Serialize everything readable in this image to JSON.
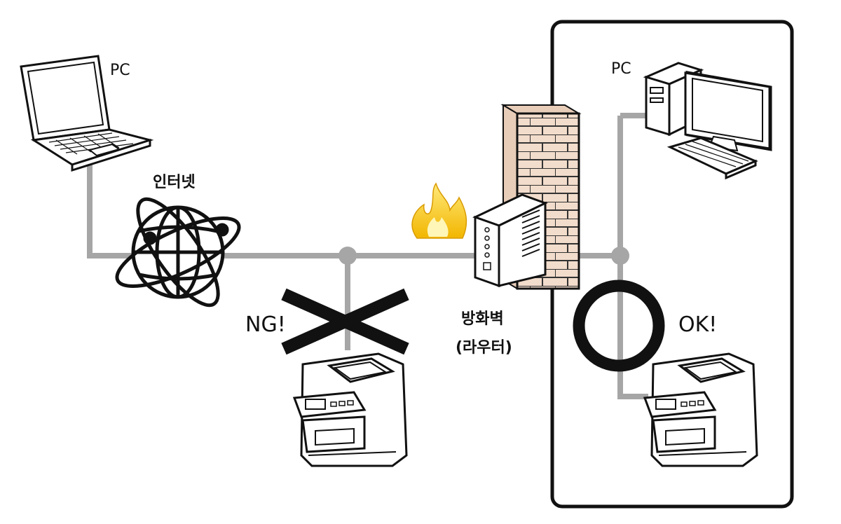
{
  "labels": {
    "pc_laptop": "PC",
    "internet": "인터넷",
    "ng": "NG!",
    "firewall_line1": "방화벽",
    "firewall_line2": "(라우터)",
    "pc_desktop": "PC",
    "ok": "OK!"
  },
  "icons": {
    "laptop": "laptop-icon",
    "globe": "globe-network-icon",
    "flame": "flame-icon",
    "router": "router-icon",
    "brick_wall": "brick-wall-icon",
    "desktop": "desktop-pc-icon",
    "printer": "multifunction-printer-icon",
    "cross": "cross-mark-icon",
    "circle": "circle-mark-icon"
  },
  "colors": {
    "line": "#a6a6a6",
    "brick": "#f2dccb",
    "brick_mortar": "#333333",
    "flame_outer": "#f7c600",
    "flame_inner": "#ffe97a",
    "mark": "#111111"
  }
}
